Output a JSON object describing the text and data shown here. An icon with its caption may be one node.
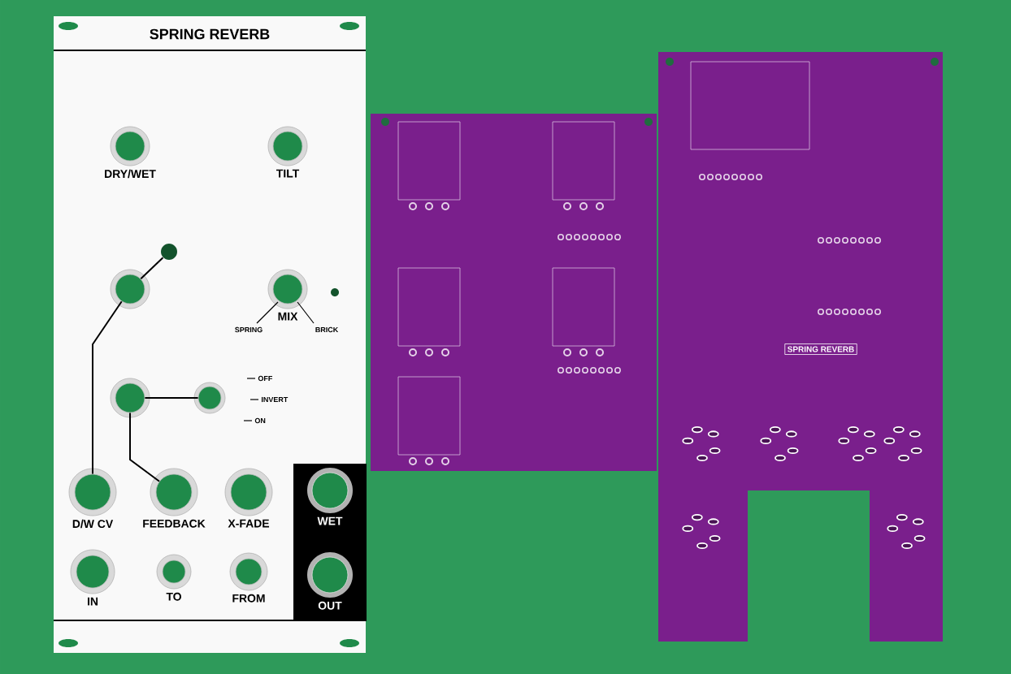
{
  "diagram": {
    "nodes": [
      {
        "text": [
          "SPRING REVERB"
        ]
      },
      {
        "text": [
          "DRY/WET"
        ],
        "in": 0
      },
      {
        "text": [
          "TILT"
        ],
        "in": 0
      },
      {
        "text": [],
        "shape": "circle",
        "in": 0
      },
      {
        "text": [],
        "shape": "circle",
        "in": 0
      },
      {
        "text": [
          "MIX"
        ],
        "beside": [
          "SPRING",
          "BRICK"
        ],
        "in": 0
      },
      {
        "text": [],
        "shape": "circle",
        "in": 0
      },
      {
        "text": [],
        "shape": "circle",
        "in": 0
      },
      {
        "text": [],
        "shape": "circle",
        "beside": [
          "OFF",
          "INVERT",
          "ON"
        ],
        "in": 0
      },
      {
        "text": [
          "D/W CV"
        ],
        "in": 0
      },
      {
        "text": [
          "FEEDBACK"
        ],
        "in": 0
      },
      {
        "text": [
          "X-FADE"
        ],
        "in": 0
      },
      {
        "text": [],
        "shape": "box",
        "in": 0
      },
      {
        "text": [
          "WET"
        ],
        "in": 12
      },
      {
        "text": [
          "OUT"
        ],
        "in": 12
      },
      {
        "text": [
          "IN"
        ],
        "in": 0
      },
      {
        "text": [
          "TO"
        ],
        "in": 0
      },
      {
        "text": [
          "FROM"
        ],
        "in": 0
      },
      {
        "text": [],
        "shape": "picture"
      },
      {
        "text": [
          "SPRING REVERB"
        ]
      }
    ],
    "edges": [
      {
        "from": 3,
        "to": 4,
        "arrow": "none"
      },
      {
        "from": 4,
        "to": 9,
        "arrow": "none"
      },
      {
        "from": 7,
        "to": 8,
        "arrow": "none"
      },
      {
        "from": 7,
        "to": 10,
        "arrow": "none"
      }
    ]
  }
}
